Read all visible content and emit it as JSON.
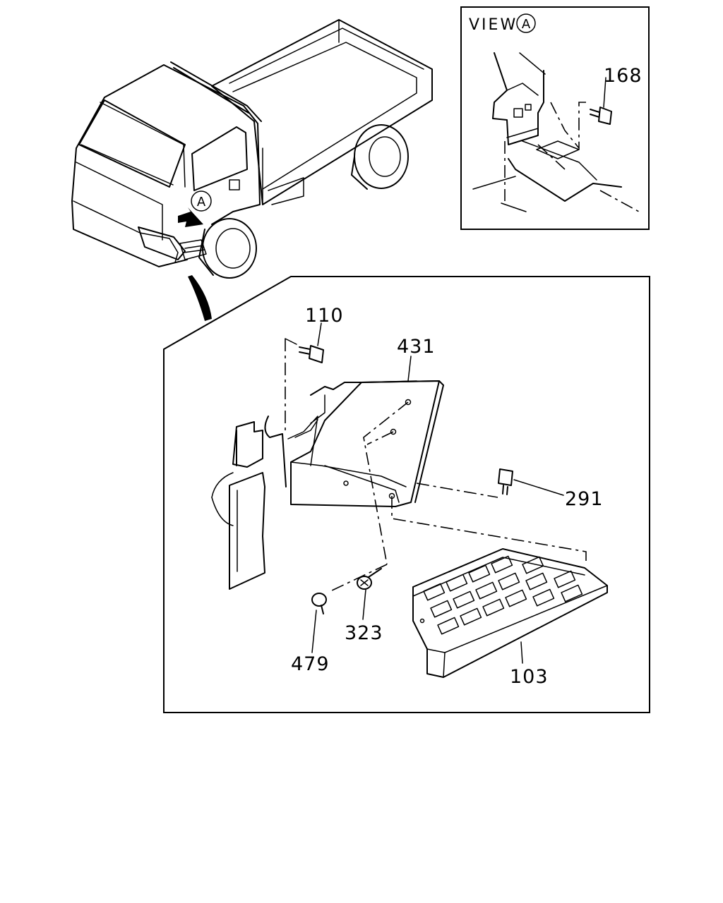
{
  "view_label": {
    "prefix": "VIEW",
    "marker": "A"
  },
  "view_marker_on_truck": "A",
  "part_callouts": {
    "p168": "168",
    "p110": "110",
    "p431": "431",
    "p291": "291",
    "p323": "323",
    "p479": "479",
    "p103": "103"
  }
}
